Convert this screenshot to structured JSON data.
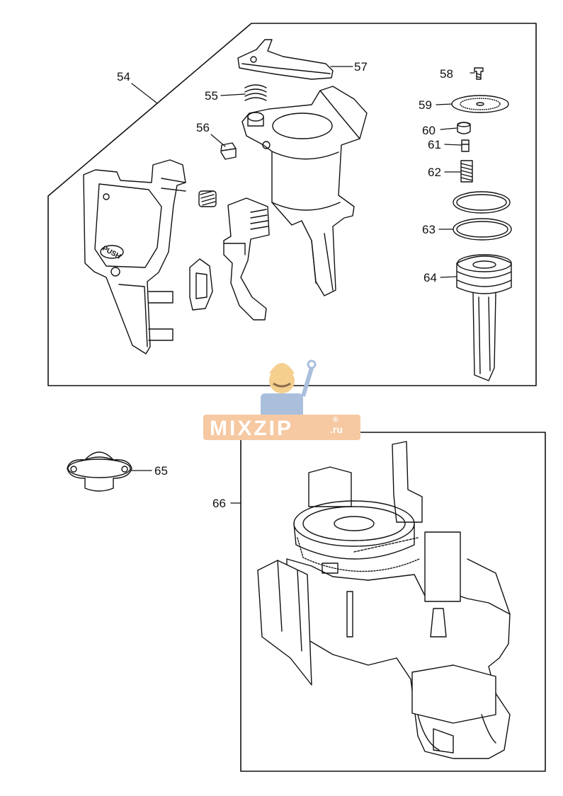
{
  "callouts": {
    "c54": "54",
    "c55": "55",
    "c56": "56",
    "c57": "57",
    "c58": "58",
    "c59": "59",
    "c60": "60",
    "c61": "61",
    "c62": "62",
    "c63": "63",
    "c64": "64",
    "c65": "65",
    "c66": "66"
  },
  "watermark": {
    "brand": "MIXZIP",
    "suffix": ".ru",
    "reg": "®"
  },
  "part_markings": {
    "push_button": "PUSH"
  },
  "colors": {
    "line": "#111111",
    "watermark_fill": "#f6c9a2",
    "watermark_text": "#ffffff",
    "mascot_blue": "#a9bfdc",
    "mascot_yellow": "#f4cf8e"
  }
}
